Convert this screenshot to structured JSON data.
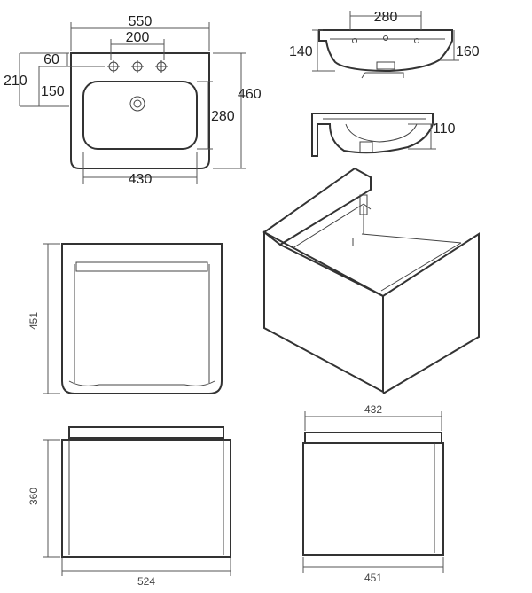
{
  "dimensions": {
    "basin_width": "550",
    "tap_spacing": "200",
    "tap_offset": "60",
    "overflow_height": "210",
    "bowl_offset": "150",
    "basin_depth": "460",
    "bowl_depth": "280",
    "bowl_width": "430",
    "side_width": "280",
    "side_left_height": "140",
    "side_right_height": "160",
    "section_height": "110",
    "unit_height_side": "451",
    "unit_width_front_top": "432",
    "unit_height_front": "360",
    "unit_width_front_bottom": "524",
    "unit_width_right_bottom": "451"
  }
}
